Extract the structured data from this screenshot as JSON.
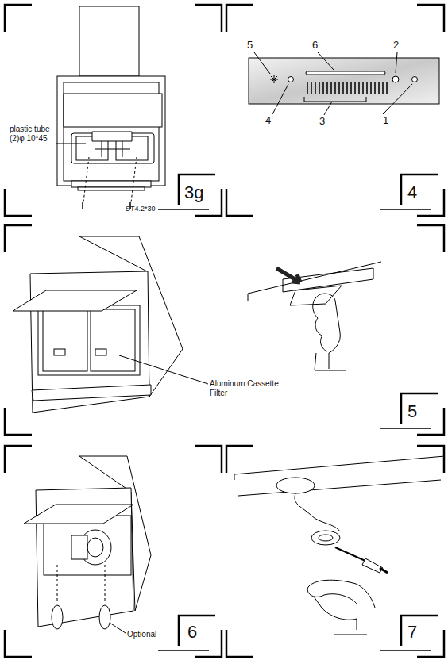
{
  "diagram": {
    "labels": [
      "plastic tube",
      "(2)φ 10*45",
      "ST4.2*30",
      "3g",
      "5",
      "6",
      "2",
      "4",
      "3",
      "1",
      "4",
      "Aluminum Cassette Filter",
      "5",
      "Optional",
      "6",
      "7"
    ]
  }
}
